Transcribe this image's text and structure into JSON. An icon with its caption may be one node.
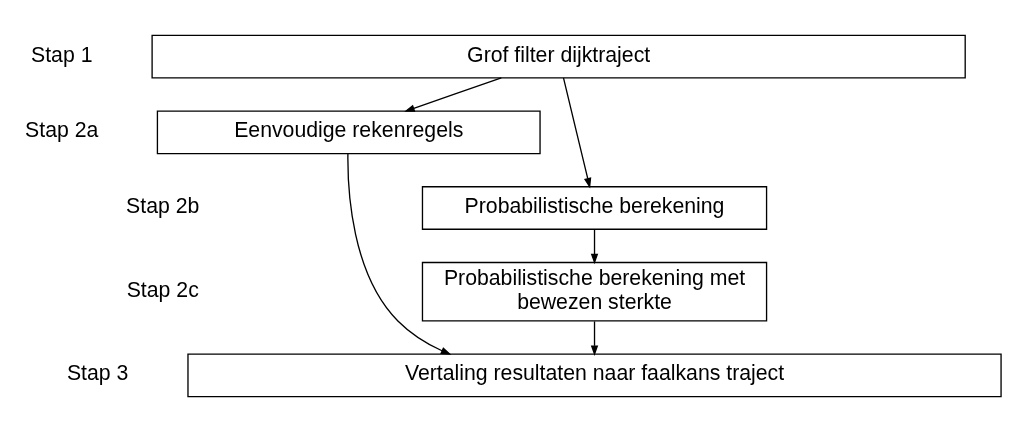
{
  "diagram": {
    "nodes": [
      {
        "text": [
          "Grof filter dijktraject"
        ]
      },
      {
        "text": [
          "Eenvoudige rekenregels"
        ]
      },
      {
        "text": [
          "Probabilistische berekening"
        ]
      },
      {
        "text": [
          "Probabilistische berekening met bewezen sterkte"
        ]
      },
      {
        "text": [
          "Vertaling resultaten naar faalkans traject"
        ]
      }
    ],
    "edges": [
      {
        "from": 0,
        "to": 1,
        "arrow": "to"
      },
      {
        "from": 0,
        "to": 2,
        "arrow": "to"
      },
      {
        "from": 2,
        "to": 3,
        "arrow": "to"
      },
      {
        "from": 1,
        "to": 4,
        "arrow": "to"
      },
      {
        "from": 3,
        "to": 4,
        "arrow": "to"
      }
    ],
    "labels": [
      "Stap 1",
      "Stap 2a",
      "Stap 2b",
      "Stap 2c",
      "Stap 3"
    ]
  }
}
